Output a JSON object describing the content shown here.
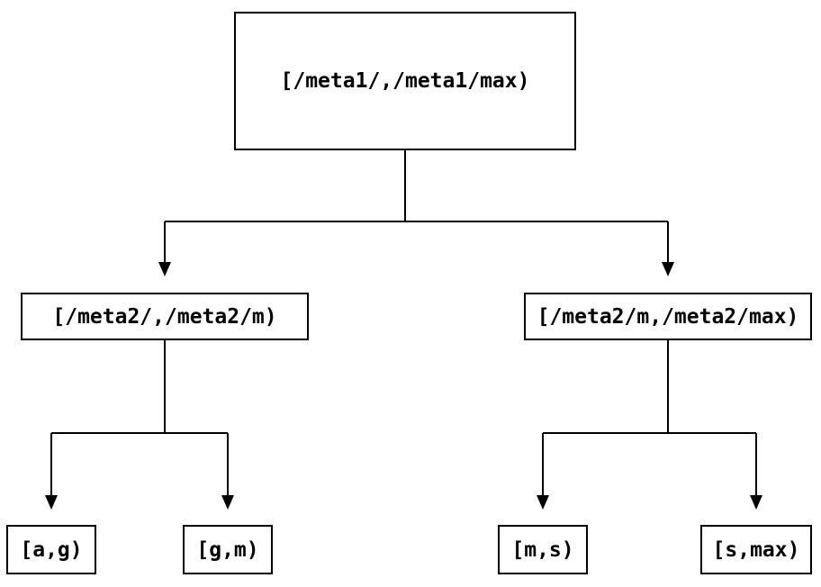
{
  "diagram": {
    "type": "tree",
    "background_color": "#ffffff",
    "line_color": "#000000",
    "node_border_color": "#000000",
    "node_fill_color": "#ffffff",
    "text_color": "#000000",
    "nodes": [
      {
        "id": "root",
        "label": "[/meta1/,/meta1/max)"
      },
      {
        "id": "meta2-low",
        "label": "[/meta2/,/meta2/m)"
      },
      {
        "id": "meta2-high",
        "label": "[/meta2/m,/meta2/max)"
      },
      {
        "id": "a-g",
        "label": "[a,g)"
      },
      {
        "id": "g-m",
        "label": "[g,m)"
      },
      {
        "id": "m-s",
        "label": "[m,s)"
      },
      {
        "id": "s-max",
        "label": "[s,max)"
      }
    ],
    "edges": [
      {
        "from": "root",
        "to": "meta2-low"
      },
      {
        "from": "root",
        "to": "meta2-high"
      },
      {
        "from": "meta2-low",
        "to": "a-g"
      },
      {
        "from": "meta2-low",
        "to": "g-m"
      },
      {
        "from": "meta2-high",
        "to": "m-s"
      },
      {
        "from": "meta2-high",
        "to": "s-max"
      }
    ]
  }
}
